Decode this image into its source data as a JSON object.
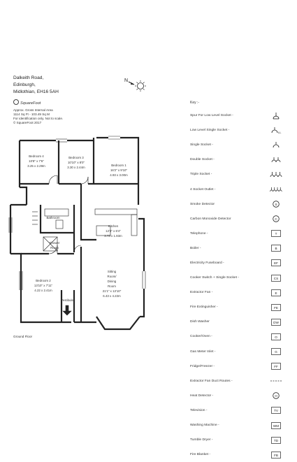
{
  "address": {
    "line1": "Dalkeith Road,",
    "line2": "Edinburgh,",
    "line3": "Midlothian, EH16 5AH"
  },
  "brand": "SquareFoot",
  "meta": {
    "line1": "Approx. Gross Internal Area",
    "line2": "1114 Sq Ft - 103.49 Sq M",
    "line3": "For identification only. Not to scale.",
    "line4": "© SquareFoot 2017"
  },
  "floor_label": "Ground Floor",
  "rooms": {
    "bedroom4": {
      "name": "Bedroom 4",
      "imp": "10'8\" x 7'6\"",
      "met": "3.25 x 2.29m"
    },
    "bedroom3": {
      "name": "Bedroom 3",
      "imp": "10'10\" x 8'0\"",
      "met": "3.30 x 2.44m"
    },
    "bedroom1": {
      "name": "Bedroom 1",
      "imp": "16'2\" x 9'10\"",
      "met": "4.93 x 3.00m"
    },
    "bathroom": {
      "name": "Bathroom"
    },
    "kitchen": {
      "name": "Kitchen",
      "imp": "12'3\" x 6'4\"",
      "met": "3.73 x 1.93m"
    },
    "shower": {
      "name": "Shower",
      "name2": "Room"
    },
    "bedroom2": {
      "name": "Bedroom 2",
      "imp": "13'10\" x 7'11\"",
      "met": "4.22 x 2.41m"
    },
    "sitting": {
      "name": "Sitting",
      "name2": "Room/",
      "name3": "Dining",
      "name4": "Room",
      "imp": "21'1\" x 13'10\"",
      "met": "6.43 x 4.22m"
    },
    "vestibule": {
      "name": "Vestibule"
    }
  },
  "key": {
    "title": "Key :-",
    "items": [
      {
        "label": "Spur For Low Level Socket -",
        "icon": "spur-low-level-icon"
      },
      {
        "label": "Low Level Single Socket -",
        "icon": "low-level-single-socket-icon"
      },
      {
        "label": "Single Socket -",
        "icon": "single-socket-icon"
      },
      {
        "label": "Double Socket -",
        "icon": "double-socket-icon"
      },
      {
        "label": "Triple Socket -",
        "icon": "triple-socket-icon"
      },
      {
        "label": "4 Socket Outlet -",
        "icon": "four-socket-outlet-icon"
      },
      {
        "label": "Smoke Detector",
        "icon": "smoke-detector-icon",
        "sym": "S"
      },
      {
        "label": "Carbon Monoxide Detector",
        "icon": "co-detector-icon",
        "sym": "C"
      },
      {
        "label": "Telephone -",
        "icon": "telephone-icon",
        "sym": "T"
      },
      {
        "label": "Boiler -",
        "icon": "boiler-icon",
        "sym": "B"
      },
      {
        "label": "Electricity Fuseboard -",
        "icon": "fuseboard-icon",
        "sym": "EF"
      },
      {
        "label": "Cooker Switch + Single Socket -",
        "icon": "cooker-switch-icon",
        "sym": "CS"
      },
      {
        "label": "Extractor Fan -",
        "icon": "extractor-fan-icon",
        "sym": "E"
      },
      {
        "label": "Fire Extinguisher -",
        "icon": "fire-extinguisher-icon",
        "sym": "FE"
      },
      {
        "label": "Dish Washer",
        "icon": "dish-washer-icon",
        "sym": "DW"
      },
      {
        "label": "Cooker/Oven -",
        "icon": "cooker-oven-icon",
        "sym": "O"
      },
      {
        "label": "Gas Meter Inlet -",
        "icon": "gas-meter-icon",
        "sym": "G"
      },
      {
        "label": "Fridge/Freezer -",
        "icon": "fridge-freezer-icon",
        "sym": "FF"
      },
      {
        "label": "Extractor Fan Duct Routes -",
        "icon": "duct-routes-icon"
      },
      {
        "label": "Heat Detector -",
        "icon": "heat-detector-icon",
        "sym": "H"
      },
      {
        "label": "Television -",
        "icon": "television-icon",
        "sym": "TV"
      },
      {
        "label": "Washing Machine -",
        "icon": "washing-machine-icon",
        "sym": "WM"
      },
      {
        "label": "Tumble Dryer -",
        "icon": "tumble-dryer-icon",
        "sym": "TD"
      },
      {
        "label": "Fire Blanket -",
        "icon": "fire-blanket-icon",
        "sym": "FB"
      }
    ]
  }
}
